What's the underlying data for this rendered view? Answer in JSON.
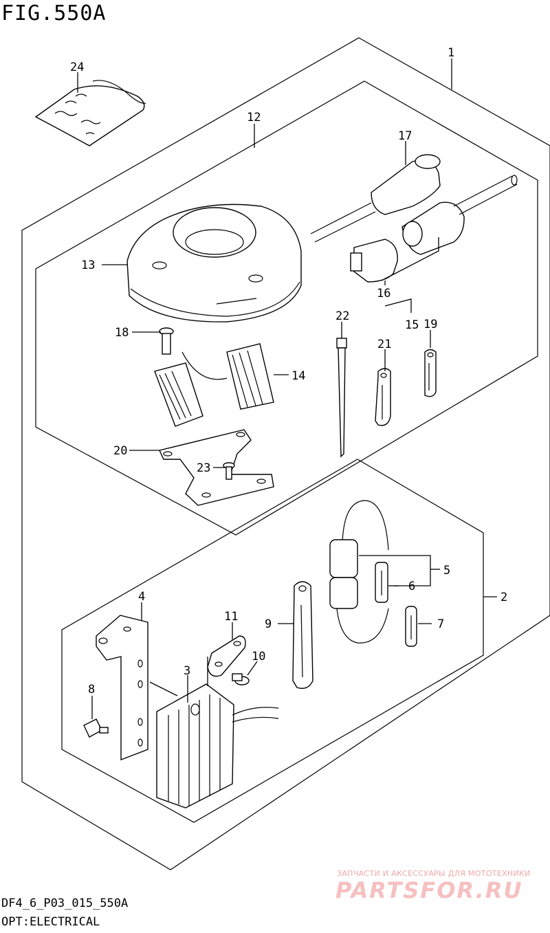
{
  "figure": {
    "title": "FIG.550A",
    "code": "DF4_6_P03_015_550A",
    "description": "OPT:ELECTRICAL"
  },
  "watermark": {
    "line1": "ЗАПЧАСТИ И АКСЕССУАРЫ ДЛЯ МОТОТЕХНИКИ",
    "line2": "PARTSFOR.RU"
  },
  "callouts": {
    "c1": "1",
    "c2": "2",
    "c3": "3",
    "c4": "4",
    "c5": "5",
    "c6": "6",
    "c7": "7",
    "c8": "8",
    "c9": "9",
    "c10": "10",
    "c11": "11",
    "c12": "12",
    "c13": "13",
    "c14": "14",
    "c15": "15",
    "c16": "16",
    "c17": "17",
    "c18": "18",
    "c19": "19",
    "c20": "20",
    "c21": "21",
    "c22": "22",
    "c23": "23",
    "c24": "24"
  }
}
